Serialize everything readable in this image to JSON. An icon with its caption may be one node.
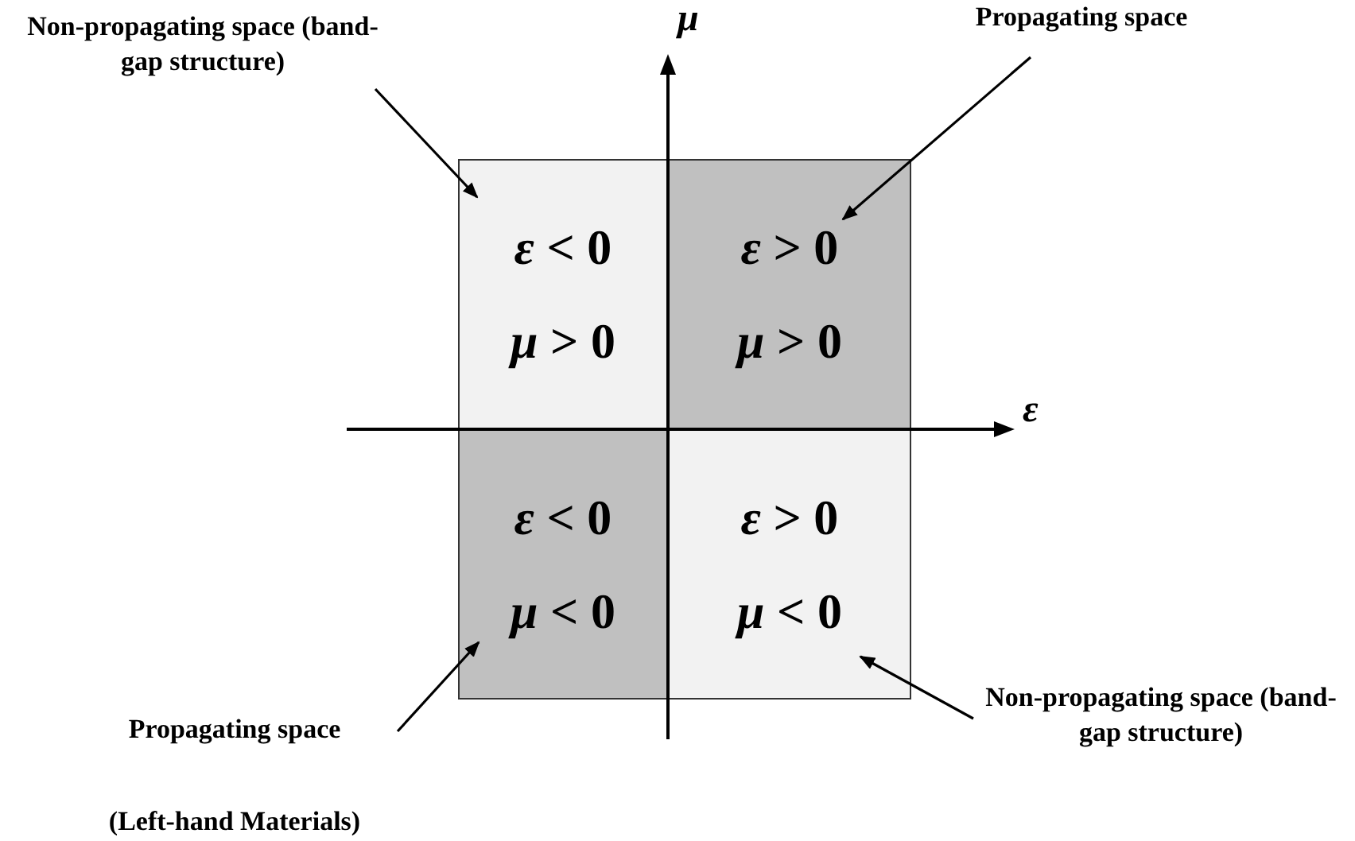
{
  "diagram": {
    "nodes": [
      {
        "text": [
          "Non-propagating space (band-gap structure)"
        ]
      },
      {
        "text": [
          "Propagating space"
        ]
      },
      {
        "text": [
          "*ε* < 0",
          "*μ* > 0"
        ]
      },
      {
        "text": [
          "*ε* > 0",
          "*μ* > 0"
        ]
      },
      {
        "text": [
          "*ε* < 0",
          "*μ* < 0"
        ]
      },
      {
        "text": [
          "*ε* > 0",
          "*μ* < 0"
        ]
      },
      {
        "text": [
          "Propagating space",
          "(Left-hand Materials)"
        ]
      },
      {
        "text": [
          "Non-propagating space (band-gap structure)"
        ]
      }
    ],
    "edges": [
      {
        "from": 0,
        "to": 2,
        "arrow": "to"
      },
      {
        "from": 1,
        "to": 3,
        "arrow": "to"
      },
      {
        "from": 6,
        "to": 4,
        "arrow": "to"
      },
      {
        "from": 7,
        "to": 5,
        "arrow": "to"
      }
    ],
    "labels": [
      "*μ*",
      "*ε*"
    ]
  }
}
